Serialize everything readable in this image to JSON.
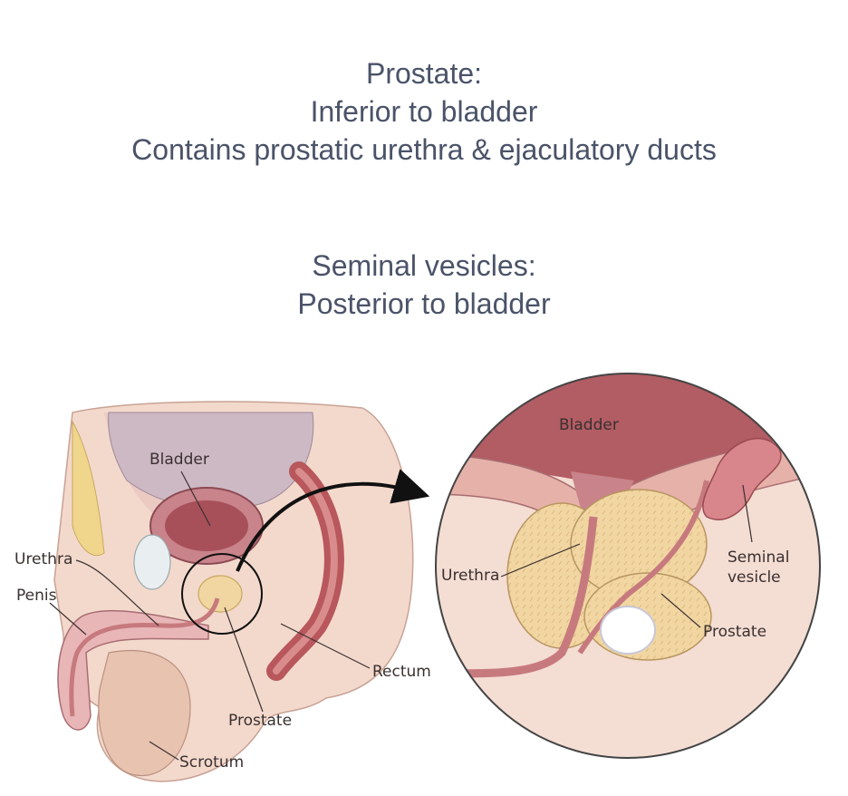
{
  "heading_prostate": {
    "line1": "Prostate:",
    "line2": "Inferior to bladder",
    "line3": "Contains prostatic urethra & ejaculatory ducts"
  },
  "heading_vesicles": {
    "line1": "Seminal vesicles:",
    "line2": "Posterior to bladder"
  },
  "left_labels": {
    "bladder": "Bladder",
    "urethra": "Urethra",
    "penis": "Penis",
    "rectum": "Rectum",
    "prostate": "Prostate",
    "scrotum": "Scrotum"
  },
  "right_labels": {
    "bladder": "Bladder",
    "urethra": "Urethra",
    "seminal_vesicle_line1": "Seminal",
    "seminal_vesicle_line2": "vesicle",
    "prostate": "Prostate"
  },
  "colors": {
    "text": "#4a5368",
    "skin": "#f3d9cc",
    "bladder_wall": "#c9838a",
    "bladder_inner": "#a8505a",
    "prostate": "#f1d6a2",
    "urethra": "#c77a7e",
    "pelvis_shadow": "#cdb9c4"
  }
}
